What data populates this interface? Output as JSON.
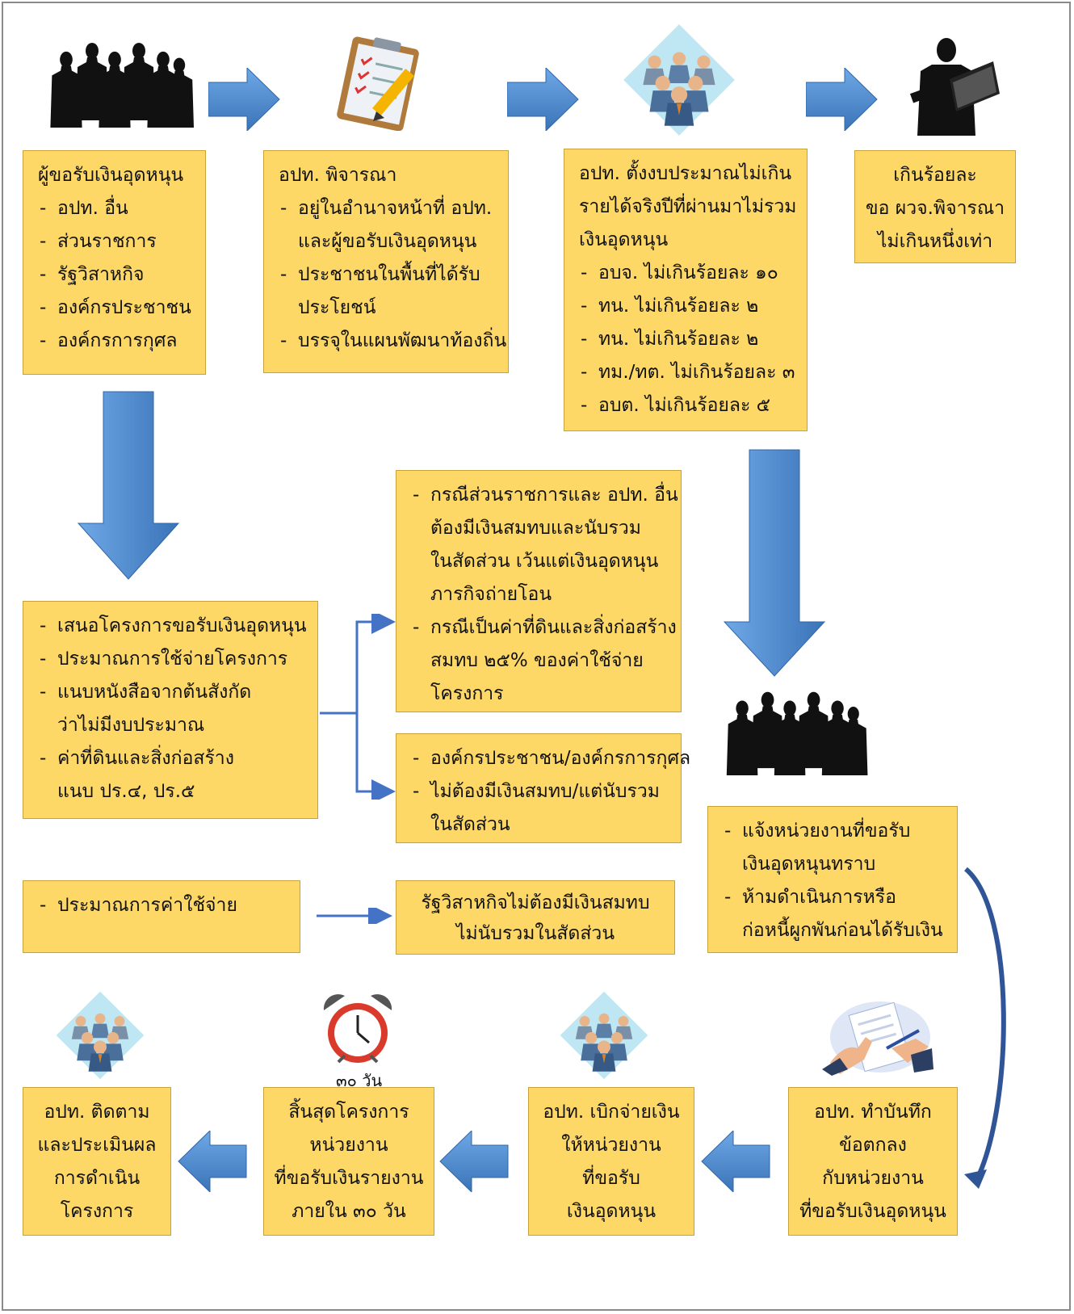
{
  "boxes": {
    "b1": {
      "title": "ผู้ขอรับเงินอุดหนุน",
      "items": [
        "อปท. อื่น",
        "ส่วนราชการ",
        "รัฐวิสาหกิจ",
        "องค์กรประชาชน",
        "องค์กรการกุศล"
      ]
    },
    "b2": {
      "title": "อปท. พิจารณา",
      "items": [
        "อยู่ในอำนาจหน้าที่ อปท.",
        "และผู้ขอรับเงินอุดหนุน",
        "ประชาชนในพื้นที่ได้รับ",
        "ประโยชน์",
        "บรรจุในแผนพัฒนาท้องถิ่น"
      ]
    },
    "b3": {
      "title_lines": [
        "อปท. ตั้งงบประมาณไม่เกิน",
        "รายได้จริงปีที่ผ่านมาไม่รวม",
        "เงินอุดหนุน"
      ],
      "items": [
        "อบจ. ไม่เกินร้อยละ ๑๐",
        "ทน. ไม่เกินร้อยละ ๒",
        "ทน. ไม่เกินร้อยละ ๒",
        "ทม./ทต. ไม่เกินร้อยละ ๓",
        "อบต. ไม่เกินร้อยละ ๕"
      ]
    },
    "b4": {
      "lines": [
        "เกินร้อยละ",
        "ขอ ผวจ.พิจารณา",
        "ไม่เกินหนึ่งเท่า"
      ]
    },
    "b5": {
      "items": [
        "เสนอโครงการขอรับเงินอุดหนุน",
        "ประมาณการใช้จ่ายโครงการ",
        "แนบหนังสือจากต้นสังกัด",
        "ว่าไม่มีงบประมาณ",
        "ค่าที่ดินและสิ่งก่อสร้าง",
        "แนบ ปร.๔, ปร.๕"
      ]
    },
    "b6": {
      "items": [
        "กรณีส่วนราชการและ อปท. อื่น",
        "ต้องมีเงินสมทบและนับรวม",
        "ในสัดส่วน เว้นแต่เงินอุดหนุน",
        "ภารกิจถ่ายโอน",
        "กรณีเป็นค่าที่ดินและสิ่งก่อสร้าง",
        "สมทบ ๒๕% ของค่าใช้จ่าย",
        "โครงการ"
      ]
    },
    "b7": {
      "items": [
        "องค์กรประชาชน/องค์กรการกุศล",
        "ไม่ต้องมีเงินสมทบ/แต่นับรวม",
        "ในสัดส่วน"
      ]
    },
    "b8": {
      "items": [
        "แจ้งหน่วยงานที่ขอรับ",
        "เงินอุดหนุนทราบ",
        "ห้ามดำเนินการหรือ",
        "ก่อหนี้ผูกพันก่อนได้รับเงิน"
      ]
    },
    "b9": {
      "items": [
        "ประมาณการค่าใช้จ่าย"
      ]
    },
    "b10": {
      "lines": [
        "รัฐวิสาหกิจไม่ต้องมีเงินสมทบ",
        "ไม่นับรวมในสัดส่วน"
      ]
    },
    "b11": {
      "lines": [
        "อปท. ติดตาม",
        "และประเมินผล",
        "การดำเนิน",
        "โครงการ"
      ]
    },
    "b12": {
      "lines": [
        "สิ้นสุดโครงการ",
        "หน่วยงาน",
        "ที่ขอรับเงินรายงาน",
        "ภายใน ๓๐ วัน"
      ]
    },
    "b13": {
      "lines": [
        "อปท. เบิกจ่ายเงิน",
        "ให้หน่วยงาน",
        "ที่ขอรับ",
        "เงินอุดหนุน"
      ]
    },
    "b14": {
      "lines": [
        "อปท. ทำบันทึก",
        "ข้อตกลง",
        "กับหน่วยงาน",
        "ที่ขอรับเงินอุดหนุน"
      ]
    }
  },
  "clock_caption": "๓๐ วัน",
  "icons": [
    "people-silhouette-icon",
    "checklist-clipboard-icon",
    "team-diamond-icon",
    "businessman-reading-icon",
    "alarm-clock-icon",
    "signing-contract-icon"
  ],
  "colors": {
    "box_fill": "#FDD867",
    "arrow_blue": "#4A86C8",
    "connector": "#4472C4",
    "frame": "#8a8a8a"
  }
}
